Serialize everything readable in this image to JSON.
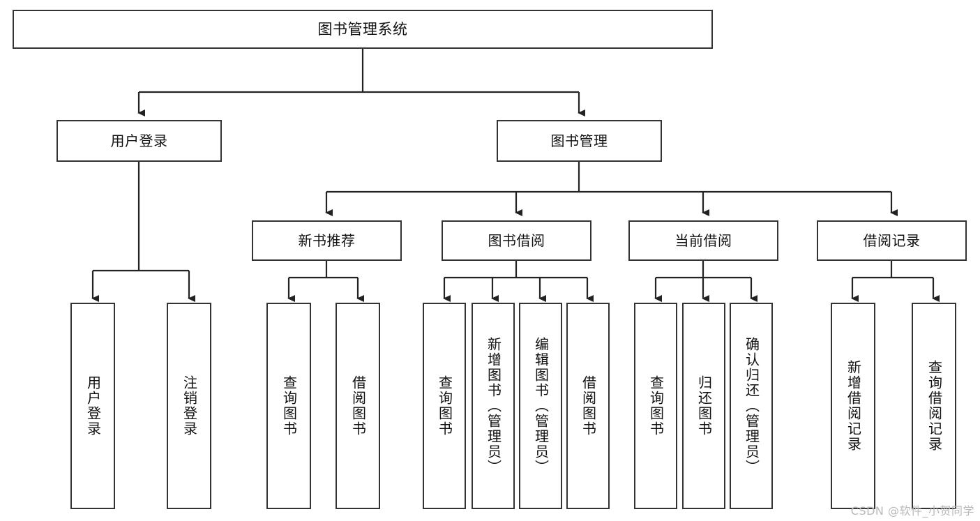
{
  "diagram": {
    "type": "tree",
    "title": "图书管理系统",
    "root": {
      "label": "图书管理系统"
    },
    "level1": [
      {
        "label": "用户登录"
      },
      {
        "label": "图书管理"
      }
    ],
    "level2": [
      {
        "label": "新书推荐"
      },
      {
        "label": "图书借阅"
      },
      {
        "label": "当前借阅"
      },
      {
        "label": "借阅记录"
      }
    ],
    "leaves": {
      "user_login": [
        {
          "label": "用户登录"
        },
        {
          "label": "注销登录"
        }
      ],
      "new_book_recommend": [
        {
          "label": "查询图书"
        },
        {
          "label": "借阅图书"
        }
      ],
      "book_borrow": [
        {
          "label": "查询图书"
        },
        {
          "label": "新增图书（管理员）"
        },
        {
          "label": "编辑图书（管理员）"
        },
        {
          "label": "借阅图书"
        }
      ],
      "current_borrow": [
        {
          "label": "查询图书"
        },
        {
          "label": "归还图书"
        },
        {
          "label": "确认归还（管理员）"
        }
      ],
      "borrow_records": [
        {
          "label": "新增借阅记录"
        },
        {
          "label": "查询借阅记录"
        }
      ]
    }
  },
  "watermark": {
    "text": "CSDN @软件_小贺同学"
  },
  "colors": {
    "box_border": "#333333",
    "box_fill": "#ffffff",
    "line": "#222222",
    "text": "#111111",
    "watermark": "#b9b9b9",
    "background": "#ffffff"
  }
}
